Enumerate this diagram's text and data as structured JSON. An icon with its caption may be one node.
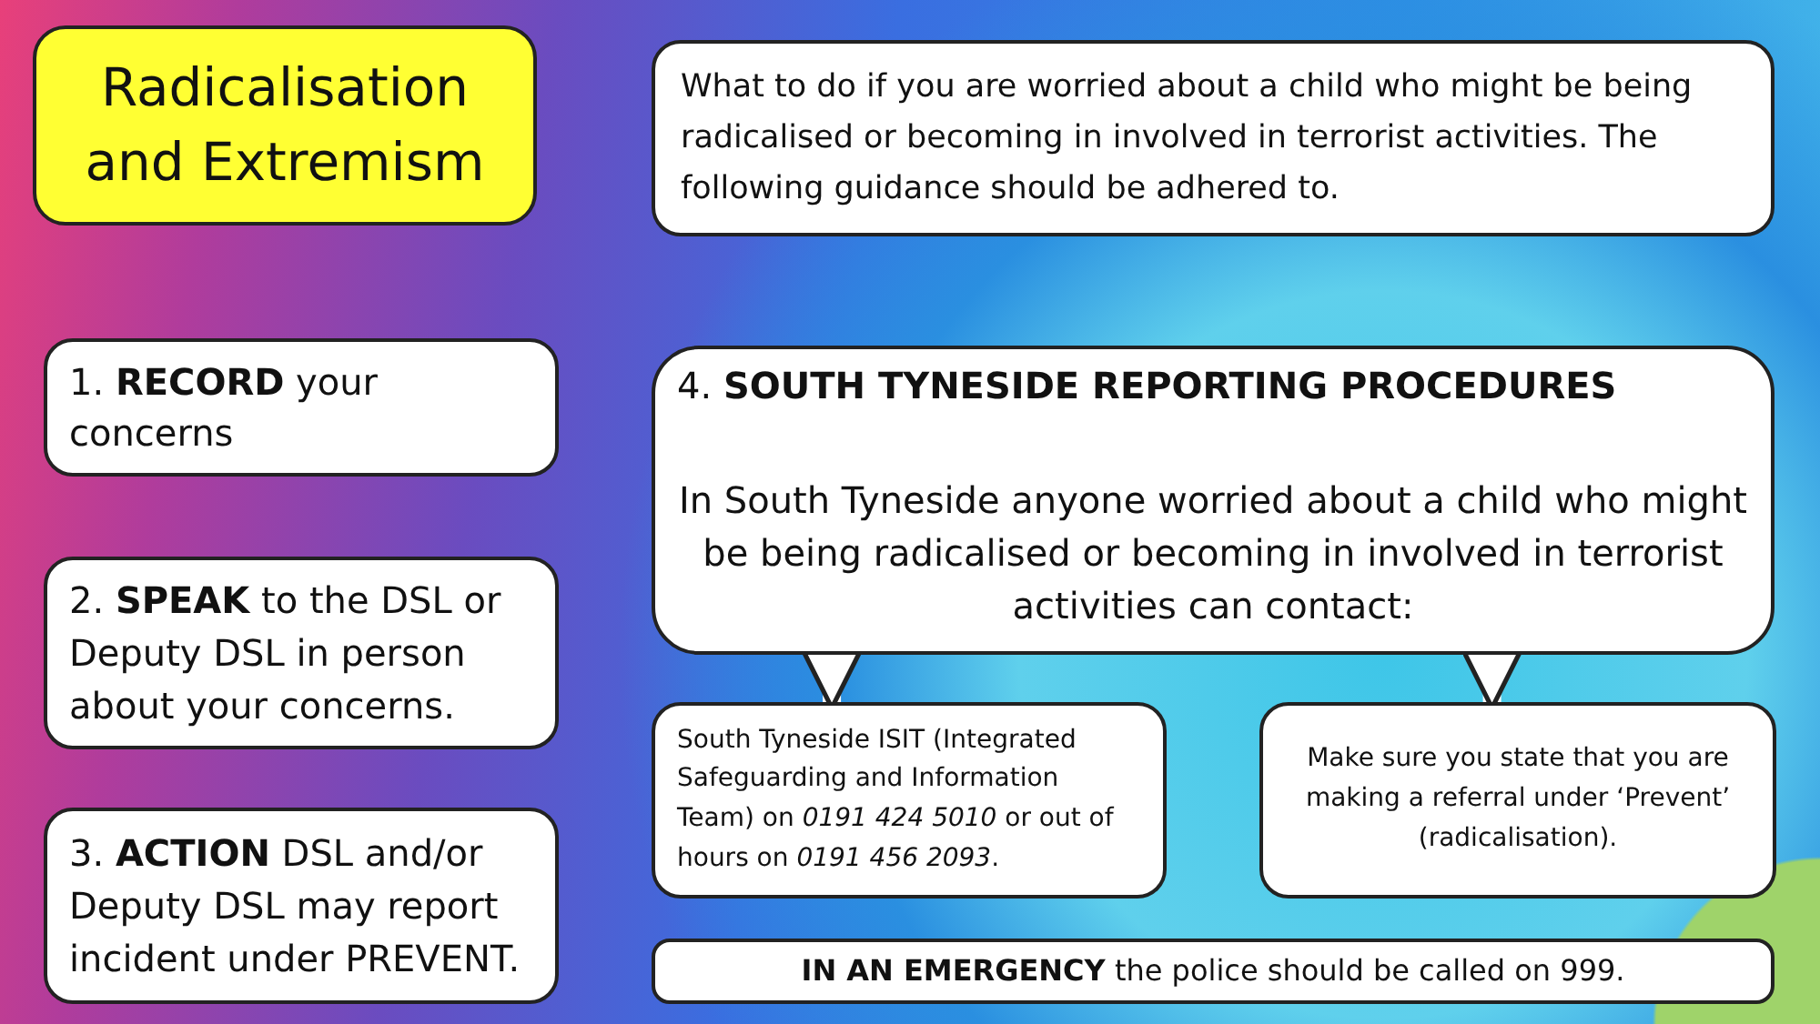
{
  "diagram": {
    "nodes": [
      {
        "text": [
          "Radicalisation and Extremism"
        ]
      },
      {
        "text": [
          "What to do if you are worried about a child who might be being radicalised or becoming in involved in terrorist activities. The following guidance should be adhered to."
        ]
      },
      {
        "text": [
          "1. **RECORD** your concerns"
        ]
      },
      {
        "text": [
          "2. **SPEAK** to the DSL or Deputy DSL in person about your concerns."
        ]
      },
      {
        "text": [
          "3. **ACTION** DSL and/or Deputy DSL may report incident under PREVENT."
        ]
      },
      {
        "text": [
          "4. **SOUTH TYNESIDE REPORTING PROCEDURES**",
          "In South Tyneside anyone worried about a child who might be being radicalised or becoming in involved in terrorist activities can contact:"
        ]
      },
      {
        "text": [
          "South Tyneside ISIT (Integrated Safeguarding and Information Team) on *0191 424 5010* or out of hours on *0191 456 2093*."
        ]
      },
      {
        "text": [
          "Make sure you state that you are making a referral under ‘Prevent’ (radicalisation)."
        ]
      },
      {
        "text": [
          "**IN AN EMERGENCY** the police should be called on 999."
        ]
      }
    ],
    "edges": [
      {
        "from": 5,
        "to": 6,
        "arrow": "to"
      },
      {
        "from": 5,
        "to": 7,
        "arrow": "to"
      }
    ]
  }
}
